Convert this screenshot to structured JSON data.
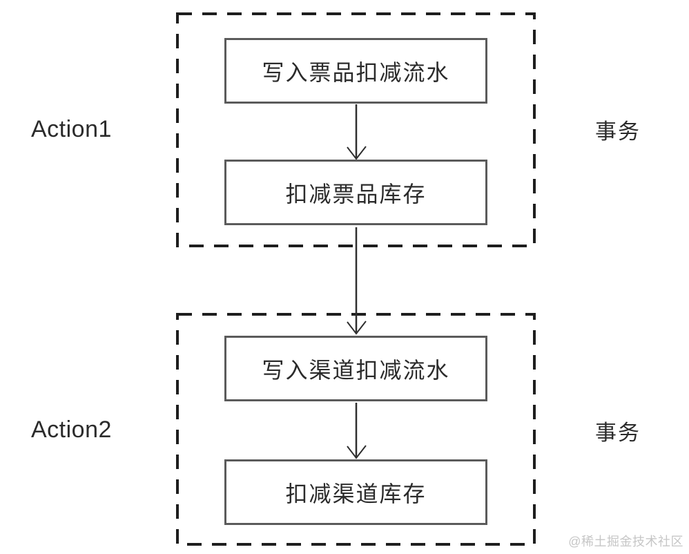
{
  "diagram": {
    "groups": [
      {
        "action_label": "Action1",
        "side_label": "事务",
        "nodes": [
          {
            "label": "写入票品扣减流水"
          },
          {
            "label": "扣减票品库存"
          }
        ]
      },
      {
        "action_label": "Action2",
        "side_label": "事务",
        "nodes": [
          {
            "label": "写入渠道扣减流水"
          },
          {
            "label": "扣减渠道库存"
          }
        ]
      }
    ],
    "watermark": "@稀土掘金技术社区",
    "colors": {
      "background": "#ffffff",
      "node_border": "#5b5b5b",
      "dashed_border": "#1e1e1e",
      "text": "#2b2b2b",
      "arrow": "#2e2e2e",
      "watermark": "#c6c6c6"
    }
  }
}
